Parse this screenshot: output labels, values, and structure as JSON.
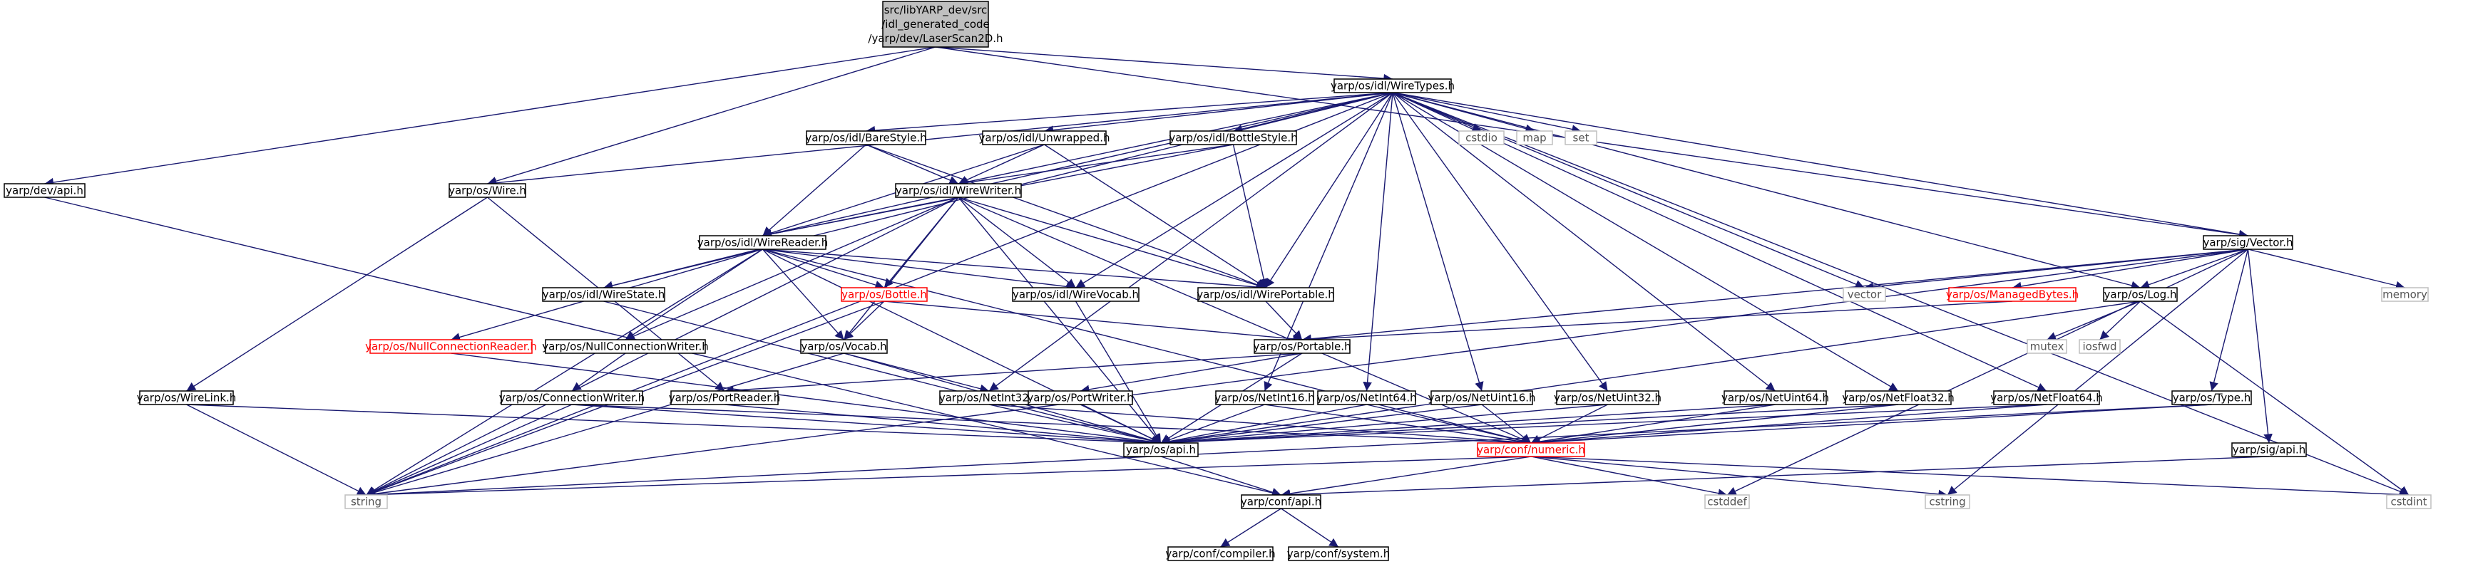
{
  "colors": {
    "background": "#ffffff",
    "edge": "#191970",
    "root_fill": "#bfbfbf",
    "node_border": "#000000",
    "external_border": "#bfbfbf",
    "incomplete_border": "#ff0000",
    "external_text": "#555555"
  },
  "nodes": [
    {
      "id": "root",
      "lines": [
        "src/libYARP_dev/src",
        "/idl_generated_code",
        "/yarp/dev/LaserScan2D.h"
      ],
      "kind": "root"
    },
    {
      "id": "wiretypes",
      "lines": [
        "yarp/os/idl/WireTypes.h"
      ],
      "kind": "normal"
    },
    {
      "id": "devapi",
      "lines": [
        "yarp/dev/api.h"
      ],
      "kind": "normal"
    },
    {
      "id": "wire",
      "lines": [
        "yarp/os/Wire.h"
      ],
      "kind": "normal"
    },
    {
      "id": "barestyle",
      "lines": [
        "yarp/os/idl/BareStyle.h"
      ],
      "kind": "normal"
    },
    {
      "id": "unwrapped",
      "lines": [
        "yarp/os/idl/Unwrapped.h"
      ],
      "kind": "normal"
    },
    {
      "id": "bottlestyle",
      "lines": [
        "yarp/os/idl/BottleStyle.h"
      ],
      "kind": "normal"
    },
    {
      "id": "cstdio",
      "lines": [
        "cstdio"
      ],
      "kind": "external"
    },
    {
      "id": "map",
      "lines": [
        "map"
      ],
      "kind": "external"
    },
    {
      "id": "set",
      "lines": [
        "set"
      ],
      "kind": "external"
    },
    {
      "id": "wirewriter",
      "lines": [
        "yarp/os/idl/WireWriter.h"
      ],
      "kind": "normal"
    },
    {
      "id": "wirereader",
      "lines": [
        "yarp/os/idl/WireReader.h"
      ],
      "kind": "normal"
    },
    {
      "id": "wirestate",
      "lines": [
        "yarp/os/idl/WireState.h"
      ],
      "kind": "normal"
    },
    {
      "id": "bottle",
      "lines": [
        "yarp/os/Bottle.h"
      ],
      "kind": "incomplete"
    },
    {
      "id": "wirevocab",
      "lines": [
        "yarp/os/idl/WireVocab.h"
      ],
      "kind": "normal"
    },
    {
      "id": "wireportable",
      "lines": [
        "yarp/os/idl/WirePortable.h"
      ],
      "kind": "normal"
    },
    {
      "id": "sigvector",
      "lines": [
        "yarp/sig/Vector.h"
      ],
      "kind": "normal"
    },
    {
      "id": "vector",
      "lines": [
        "vector"
      ],
      "kind": "external"
    },
    {
      "id": "managedbytes",
      "lines": [
        "yarp/os/ManagedBytes.h"
      ],
      "kind": "incomplete"
    },
    {
      "id": "oslog",
      "lines": [
        "yarp/os/Log.h"
      ],
      "kind": "normal"
    },
    {
      "id": "memory",
      "lines": [
        "memory"
      ],
      "kind": "external"
    },
    {
      "id": "mutex",
      "lines": [
        "mutex"
      ],
      "kind": "external"
    },
    {
      "id": "iosfwd",
      "lines": [
        "iosfwd"
      ],
      "kind": "external"
    },
    {
      "id": "nullconnreader",
      "lines": [
        "yarp/os/NullConnectionReader.h"
      ],
      "kind": "incomplete"
    },
    {
      "id": "nullconnwriter",
      "lines": [
        "yarp/os/NullConnectionWriter.h"
      ],
      "kind": "normal"
    },
    {
      "id": "vocab",
      "lines": [
        "yarp/os/Vocab.h"
      ],
      "kind": "normal"
    },
    {
      "id": "portable",
      "lines": [
        "yarp/os/Portable.h"
      ],
      "kind": "normal"
    },
    {
      "id": "wirelink",
      "lines": [
        "yarp/os/WireLink.h"
      ],
      "kind": "normal"
    },
    {
      "id": "connwriter",
      "lines": [
        "yarp/os/ConnectionWriter.h"
      ],
      "kind": "normal"
    },
    {
      "id": "portreader",
      "lines": [
        "yarp/os/PortReader.h"
      ],
      "kind": "normal"
    },
    {
      "id": "netint32",
      "lines": [
        "yarp/os/NetInt32.h"
      ],
      "kind": "normal"
    },
    {
      "id": "portwriter",
      "lines": [
        "yarp/os/PortWriter.h"
      ],
      "kind": "normal"
    },
    {
      "id": "netint16",
      "lines": [
        "yarp/os/NetInt16.h"
      ],
      "kind": "normal"
    },
    {
      "id": "netint64",
      "lines": [
        "yarp/os/NetInt64.h"
      ],
      "kind": "normal"
    },
    {
      "id": "netuint16",
      "lines": [
        "yarp/os/NetUint16.h"
      ],
      "kind": "normal"
    },
    {
      "id": "netuint32",
      "lines": [
        "yarp/os/NetUint32.h"
      ],
      "kind": "normal"
    },
    {
      "id": "netuint64",
      "lines": [
        "yarp/os/NetUint64.h"
      ],
      "kind": "normal"
    },
    {
      "id": "netfloat32",
      "lines": [
        "yarp/os/NetFloat32.h"
      ],
      "kind": "normal"
    },
    {
      "id": "netfloat64",
      "lines": [
        "yarp/os/NetFloat64.h"
      ],
      "kind": "normal"
    },
    {
      "id": "ostype",
      "lines": [
        "yarp/os/Type.h"
      ],
      "kind": "normal"
    },
    {
      "id": "osapi",
      "lines": [
        "yarp/os/api.h"
      ],
      "kind": "normal"
    },
    {
      "id": "numeric",
      "lines": [
        "yarp/conf/numeric.h"
      ],
      "kind": "incomplete"
    },
    {
      "id": "sigapi",
      "lines": [
        "yarp/sig/api.h"
      ],
      "kind": "normal"
    },
    {
      "id": "string",
      "lines": [
        "string"
      ],
      "kind": "external"
    },
    {
      "id": "confapi",
      "lines": [
        "yarp/conf/api.h"
      ],
      "kind": "normal"
    },
    {
      "id": "cstddef",
      "lines": [
        "cstddef"
      ],
      "kind": "external"
    },
    {
      "id": "cstring",
      "lines": [
        "cstring"
      ],
      "kind": "external"
    },
    {
      "id": "cstdint",
      "lines": [
        "cstdint"
      ],
      "kind": "external"
    },
    {
      "id": "compiler",
      "lines": [
        "yarp/conf/compiler.h"
      ],
      "kind": "normal"
    },
    {
      "id": "system",
      "lines": [
        "yarp/conf/system.h"
      ],
      "kind": "normal"
    }
  ],
  "edges": [
    [
      "root",
      "wiretypes"
    ],
    [
      "root",
      "devapi"
    ],
    [
      "root",
      "wire"
    ],
    [
      "root",
      "sigvector"
    ],
    [
      "devapi",
      "confapi"
    ],
    [
      "wiretypes",
      "wire"
    ],
    [
      "wiretypes",
      "barestyle"
    ],
    [
      "wiretypes",
      "unwrapped"
    ],
    [
      "wiretypes",
      "bottlestyle"
    ],
    [
      "wiretypes",
      "wirewriter"
    ],
    [
      "wiretypes",
      "wirereader"
    ],
    [
      "wiretypes",
      "wirestate"
    ],
    [
      "wiretypes",
      "wirevocab"
    ],
    [
      "wiretypes",
      "wireportable"
    ],
    [
      "wiretypes",
      "cstdio"
    ],
    [
      "wiretypes",
      "map"
    ],
    [
      "wiretypes",
      "set"
    ],
    [
      "wiretypes",
      "vector"
    ],
    [
      "wiretypes",
      "string"
    ],
    [
      "wiretypes",
      "cstdint"
    ],
    [
      "wiretypes",
      "oslog"
    ],
    [
      "wiretypes",
      "sigvector"
    ],
    [
      "wiretypes",
      "netint16"
    ],
    [
      "wiretypes",
      "netint64"
    ],
    [
      "wiretypes",
      "netuint16"
    ],
    [
      "wiretypes",
      "netuint32"
    ],
    [
      "wiretypes",
      "netuint64"
    ],
    [
      "wiretypes",
      "netfloat32"
    ],
    [
      "wiretypes",
      "netfloat64"
    ],
    [
      "wiretypes",
      "netint32"
    ],
    [
      "wire",
      "wirelink"
    ],
    [
      "wire",
      "portreader"
    ],
    [
      "barestyle",
      "wirewriter"
    ],
    [
      "barestyle",
      "wirereader"
    ],
    [
      "barestyle",
      "wireportable"
    ],
    [
      "unwrapped",
      "wirewriter"
    ],
    [
      "unwrapped",
      "wirereader"
    ],
    [
      "unwrapped",
      "wireportable"
    ],
    [
      "bottlestyle",
      "wirewriter"
    ],
    [
      "bottlestyle",
      "wirereader"
    ],
    [
      "bottlestyle",
      "wireportable"
    ],
    [
      "wirewriter",
      "wirereader"
    ],
    [
      "wirewriter",
      "wireportable"
    ],
    [
      "wirewriter",
      "wirevocab"
    ],
    [
      "wirewriter",
      "bottle"
    ],
    [
      "wirewriter",
      "vocab"
    ],
    [
      "wirewriter",
      "string"
    ],
    [
      "wirewriter",
      "nullconnwriter"
    ],
    [
      "wirewriter",
      "osapi"
    ],
    [
      "wirewriter",
      "numeric"
    ],
    [
      "wirereader",
      "wirestate"
    ],
    [
      "wirereader",
      "wireportable"
    ],
    [
      "wirereader",
      "wirevocab"
    ],
    [
      "wirereader",
      "bottle"
    ],
    [
      "wirereader",
      "vocab"
    ],
    [
      "wirereader",
      "nullconnreader"
    ],
    [
      "wirereader",
      "nullconnwriter"
    ],
    [
      "wirereader",
      "string"
    ],
    [
      "wirereader",
      "osapi"
    ],
    [
      "wirereader",
      "numeric"
    ],
    [
      "wirestate",
      "osapi"
    ],
    [
      "bottle",
      "vocab"
    ],
    [
      "bottle",
      "portable"
    ],
    [
      "bottle",
      "string"
    ],
    [
      "wirevocab",
      "osapi"
    ],
    [
      "wireportable",
      "portable"
    ],
    [
      "sigvector",
      "vector"
    ],
    [
      "sigvector",
      "managedbytes"
    ],
    [
      "sigvector",
      "oslog"
    ],
    [
      "sigvector",
      "memory"
    ],
    [
      "sigvector",
      "ostype"
    ],
    [
      "sigvector",
      "sigapi"
    ],
    [
      "sigvector",
      "string"
    ],
    [
      "sigvector",
      "cstddef"
    ],
    [
      "sigvector",
      "cstring"
    ],
    [
      "sigvector",
      "portable"
    ],
    [
      "managedbytes",
      "portable"
    ],
    [
      "oslog",
      "mutex"
    ],
    [
      "oslog",
      "iosfwd"
    ],
    [
      "oslog",
      "cstdint"
    ],
    [
      "oslog",
      "osapi"
    ],
    [
      "nullconnreader",
      "osapi"
    ],
    [
      "nullconnwriter",
      "connwriter"
    ],
    [
      "vocab",
      "netint32"
    ],
    [
      "vocab",
      "string"
    ],
    [
      "vocab",
      "osapi"
    ],
    [
      "portable",
      "portreader"
    ],
    [
      "portable",
      "portwriter"
    ],
    [
      "portable",
      "osapi"
    ],
    [
      "wirelink",
      "osapi"
    ],
    [
      "wirelink",
      "string"
    ],
    [
      "connwriter",
      "osapi"
    ],
    [
      "connwriter",
      "string"
    ],
    [
      "connwriter",
      "numeric"
    ],
    [
      "portreader",
      "osapi"
    ],
    [
      "netint32",
      "numeric"
    ],
    [
      "netint32",
      "osapi"
    ],
    [
      "portwriter",
      "osapi"
    ],
    [
      "netint16",
      "osapi"
    ],
    [
      "netint16",
      "numeric"
    ],
    [
      "netint64",
      "osapi"
    ],
    [
      "netint64",
      "numeric"
    ],
    [
      "netuint16",
      "osapi"
    ],
    [
      "netuint16",
      "numeric"
    ],
    [
      "netuint32",
      "osapi"
    ],
    [
      "netuint32",
      "numeric"
    ],
    [
      "netuint64",
      "osapi"
    ],
    [
      "netuint64",
      "numeric"
    ],
    [
      "netfloat32",
      "osapi"
    ],
    [
      "netfloat32",
      "numeric"
    ],
    [
      "netfloat64",
      "osapi"
    ],
    [
      "netfloat64",
      "numeric"
    ],
    [
      "ostype",
      "numeric"
    ],
    [
      "ostype",
      "string"
    ],
    [
      "osapi",
      "confapi"
    ],
    [
      "numeric",
      "confapi"
    ],
    [
      "numeric",
      "cstddef"
    ],
    [
      "numeric",
      "cstdint"
    ],
    [
      "numeric",
      "cstring"
    ],
    [
      "numeric",
      "string"
    ],
    [
      "sigapi",
      "confapi"
    ],
    [
      "confapi",
      "compiler"
    ],
    [
      "confapi",
      "system"
    ]
  ]
}
